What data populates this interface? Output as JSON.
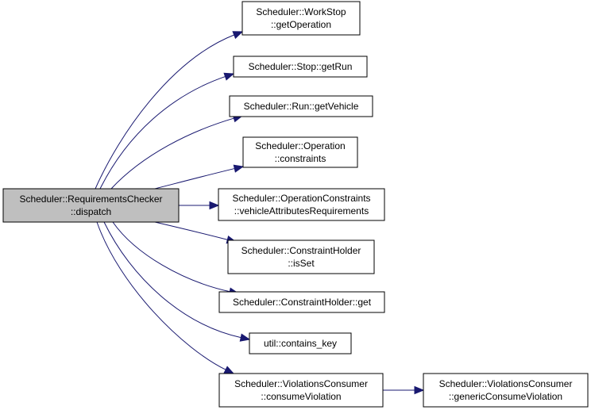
{
  "graph": {
    "edge_color": "#191970",
    "root_fill": "#bfbfbf",
    "node_fill": "#ffffff",
    "nodes": [
      {
        "id": "root",
        "lines": [
          "Scheduler::RequirementsChecker",
          "::dispatch"
        ]
      },
      {
        "id": "workstop_getoperation",
        "lines": [
          "Scheduler::WorkStop",
          "::getOperation"
        ]
      },
      {
        "id": "stop_getrun",
        "lines": [
          "Scheduler::Stop::getRun"
        ]
      },
      {
        "id": "run_getvehicle",
        "lines": [
          "Scheduler::Run::getVehicle"
        ]
      },
      {
        "id": "operation_constraints",
        "lines": [
          "Scheduler::Operation",
          "::constraints"
        ]
      },
      {
        "id": "operationconstraints_vehicleattributesrequirements",
        "lines": [
          "Scheduler::OperationConstraints",
          "::vehicleAttributesRequirements"
        ]
      },
      {
        "id": "constraintholder_isset",
        "lines": [
          "Scheduler::ConstraintHolder",
          "::isSet"
        ]
      },
      {
        "id": "constraintholder_get",
        "lines": [
          "Scheduler::ConstraintHolder::get"
        ]
      },
      {
        "id": "util_contains_key",
        "lines": [
          "util::contains_key"
        ]
      },
      {
        "id": "violationsconsumer_consumeviolation",
        "lines": [
          "Scheduler::ViolationsConsumer",
          "::consumeViolation"
        ]
      },
      {
        "id": "violationsconsumer_genericconsumeviolation",
        "lines": [
          "Scheduler::ViolationsConsumer",
          "::genericConsumeViolation"
        ]
      }
    ],
    "edges": [
      {
        "from": "root",
        "to": "workstop_getoperation"
      },
      {
        "from": "root",
        "to": "stop_getrun"
      },
      {
        "from": "root",
        "to": "run_getvehicle"
      },
      {
        "from": "root",
        "to": "operation_constraints"
      },
      {
        "from": "root",
        "to": "operationconstraints_vehicleattributesrequirements"
      },
      {
        "from": "root",
        "to": "constraintholder_isset"
      },
      {
        "from": "root",
        "to": "constraintholder_get"
      },
      {
        "from": "root",
        "to": "util_contains_key"
      },
      {
        "from": "root",
        "to": "violationsconsumer_consumeviolation"
      },
      {
        "from": "violationsconsumer_consumeviolation",
        "to": "violationsconsumer_genericconsumeviolation"
      }
    ]
  }
}
